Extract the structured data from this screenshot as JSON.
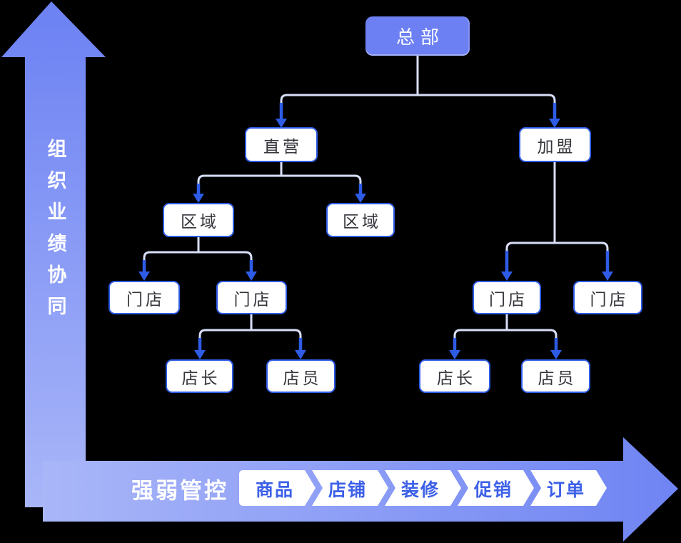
{
  "colors": {
    "background": "#000000",
    "accent_blue": "#2E5CE7",
    "root_node_fill": "#6C80F3",
    "arrow_fill_dark": "#6F84F3",
    "arrow_fill_light": "#A9B6F8",
    "connector_line": "#D8DEF7",
    "node_text": "#34343B",
    "step_text": "#3D60E8"
  },
  "axes": {
    "vertical_label": "组织业绩协同",
    "horizontal_label": "强弱管控"
  },
  "flow": {
    "items": [
      "商品",
      "店铺",
      "装修",
      "促销",
      "订单"
    ]
  },
  "tree": {
    "nodes": [
      {
        "id": "headquarters",
        "label": "总部"
      },
      {
        "id": "direct-sales",
        "label": "直营"
      },
      {
        "id": "franchise",
        "label": "加盟"
      },
      {
        "id": "region-1",
        "label": "区域"
      },
      {
        "id": "region-2",
        "label": "区域"
      },
      {
        "id": "store-1",
        "label": "门店"
      },
      {
        "id": "store-2",
        "label": "门店"
      },
      {
        "id": "store-3",
        "label": "门店"
      },
      {
        "id": "store-4",
        "label": "门店"
      },
      {
        "id": "manager-1",
        "label": "店长"
      },
      {
        "id": "clerk-1",
        "label": "店员"
      },
      {
        "id": "manager-2",
        "label": "店长"
      },
      {
        "id": "clerk-2",
        "label": "店员"
      }
    ]
  }
}
